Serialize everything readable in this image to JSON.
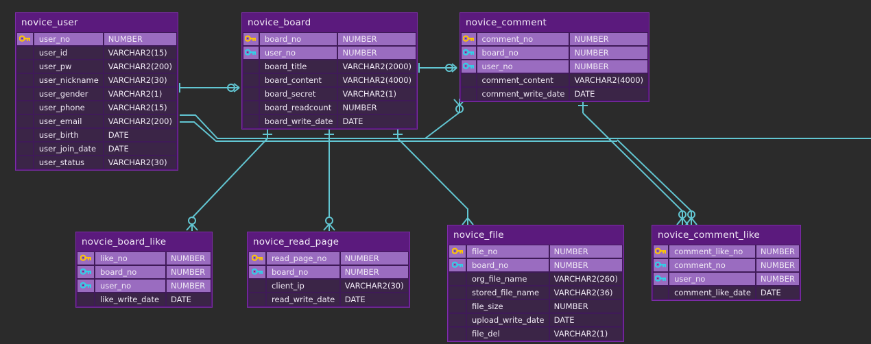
{
  "diagram": {
    "type": "entity-relationship-diagram",
    "background_color": "#2b2b2b",
    "entity_header_color": "#5b1a7d",
    "key_row_color": "#9a6cc0",
    "plain_row_color": "#3b2547",
    "relationship_line_color": "#62c6d2",
    "pk_icon_color": "#ffc800",
    "fk_icon_color": "#2fd3e8"
  },
  "entities": [
    {
      "name": "novice_user",
      "columns": [
        {
          "key": "pk",
          "icon": "primary-key-icon",
          "name": "user_no",
          "type": "NUMBER"
        },
        {
          "key": "",
          "icon": "",
          "name": "user_id",
          "type": "VARCHAR2(15)"
        },
        {
          "key": "",
          "icon": "",
          "name": "user_pw",
          "type": "VARCHAR2(200)"
        },
        {
          "key": "",
          "icon": "",
          "name": "user_nickname",
          "type": "VARCHAR2(30)"
        },
        {
          "key": "",
          "icon": "",
          "name": "user_gender",
          "type": "VARCHAR2(1)"
        },
        {
          "key": "",
          "icon": "",
          "name": "user_phone",
          "type": "VARCHAR2(15)"
        },
        {
          "key": "",
          "icon": "",
          "name": "user_email",
          "type": "VARCHAR2(200)"
        },
        {
          "key": "",
          "icon": "",
          "name": "user_birth",
          "type": "DATE"
        },
        {
          "key": "",
          "icon": "",
          "name": "user_join_date",
          "type": "DATE"
        },
        {
          "key": "",
          "icon": "",
          "name": "user_status",
          "type": "VARCHAR2(30)"
        }
      ]
    },
    {
      "name": "novice_board",
      "columns": [
        {
          "key": "pk",
          "icon": "primary-key-icon",
          "name": "board_no",
          "type": "NUMBER"
        },
        {
          "key": "fk",
          "icon": "foreign-key-icon",
          "name": "user_no",
          "type": "NUMBER"
        },
        {
          "key": "",
          "icon": "",
          "name": "board_title",
          "type": "VARCHAR2(2000)"
        },
        {
          "key": "",
          "icon": "",
          "name": "board_content",
          "type": "VARCHAR2(4000)"
        },
        {
          "key": "",
          "icon": "",
          "name": "board_secret",
          "type": "VARCHAR2(1)"
        },
        {
          "key": "",
          "icon": "",
          "name": "board_readcount",
          "type": "NUMBER"
        },
        {
          "key": "",
          "icon": "",
          "name": "board_write_date",
          "type": "DATE"
        }
      ]
    },
    {
      "name": "novice_comment",
      "columns": [
        {
          "key": "pk",
          "icon": "primary-key-icon",
          "name": "comment_no",
          "type": "NUMBER"
        },
        {
          "key": "fk",
          "icon": "foreign-key-icon",
          "name": "board_no",
          "type": "NUMBER"
        },
        {
          "key": "fk",
          "icon": "foreign-key-icon",
          "name": "user_no",
          "type": "NUMBER"
        },
        {
          "key": "",
          "icon": "",
          "name": "comment_content",
          "type": "VARCHAR2(4000)"
        },
        {
          "key": "",
          "icon": "",
          "name": "comment_write_date",
          "type": "DATE"
        }
      ]
    },
    {
      "name": "novcie_board_like",
      "columns": [
        {
          "key": "pk",
          "icon": "primary-key-icon",
          "name": "like_no",
          "type": "NUMBER"
        },
        {
          "key": "fk",
          "icon": "foreign-key-icon",
          "name": "board_no",
          "type": "NUMBER"
        },
        {
          "key": "fk",
          "icon": "foreign-key-icon",
          "name": "user_no",
          "type": "NUMBER"
        },
        {
          "key": "",
          "icon": "",
          "name": "like_write_date",
          "type": "DATE"
        }
      ]
    },
    {
      "name": "novice_read_page",
      "columns": [
        {
          "key": "pk",
          "icon": "primary-key-icon",
          "name": "read_page_no",
          "type": "NUMBER"
        },
        {
          "key": "fk",
          "icon": "foreign-key-icon",
          "name": "board_no",
          "type": "NUMBER"
        },
        {
          "key": "",
          "icon": "",
          "name": "client_ip",
          "type": "VARCHAR2(30)"
        },
        {
          "key": "",
          "icon": "",
          "name": "read_write_date",
          "type": "DATE"
        }
      ]
    },
    {
      "name": "novice_file",
      "columns": [
        {
          "key": "pk",
          "icon": "primary-key-icon",
          "name": "file_no",
          "type": "NUMBER"
        },
        {
          "key": "fk",
          "icon": "foreign-key-icon",
          "name": "board_no",
          "type": "NUMBER"
        },
        {
          "key": "",
          "icon": "",
          "name": "org_file_name",
          "type": "VARCHAR2(260)"
        },
        {
          "key": "",
          "icon": "",
          "name": "stored_file_name",
          "type": "VARCHAR2(36)"
        },
        {
          "key": "",
          "icon": "",
          "name": "file_size",
          "type": "NUMBER"
        },
        {
          "key": "",
          "icon": "",
          "name": "upload_write_date",
          "type": "DATE"
        },
        {
          "key": "",
          "icon": "",
          "name": "file_del",
          "type": "VARCHAR2(1)"
        }
      ]
    },
    {
      "name": "novice_comment_like",
      "columns": [
        {
          "key": "pk",
          "icon": "primary-key-icon",
          "name": "comment_like_no",
          "type": "NUMBER"
        },
        {
          "key": "fk",
          "icon": "foreign-key-icon",
          "name": "comment_no",
          "type": "NUMBER"
        },
        {
          "key": "fk",
          "icon": "foreign-key-icon",
          "name": "user_no",
          "type": "NUMBER"
        },
        {
          "key": "",
          "icon": "",
          "name": "comment_like_date",
          "type": "DATE"
        }
      ]
    }
  ],
  "relationships": [
    {
      "from": "novice_user",
      "to": "novice_board",
      "from_cardinality": "one",
      "to_cardinality": "zero-or-many"
    },
    {
      "from": "novice_board",
      "to": "novice_comment",
      "from_cardinality": "one",
      "to_cardinality": "zero-or-many"
    },
    {
      "from": "novice_user",
      "to": "novice_comment",
      "from_cardinality": "one",
      "to_cardinality": "zero-or-many"
    },
    {
      "from": "novice_board",
      "to": "novcie_board_like",
      "from_cardinality": "one",
      "to_cardinality": "zero-or-many"
    },
    {
      "from": "novice_user",
      "to": "novcie_board_like",
      "from_cardinality": "one",
      "to_cardinality": "zero-or-many"
    },
    {
      "from": "novice_board",
      "to": "novice_read_page",
      "from_cardinality": "one",
      "to_cardinality": "zero-or-many"
    },
    {
      "from": "novice_board",
      "to": "novice_file",
      "from_cardinality": "one",
      "to_cardinality": "zero-or-many"
    },
    {
      "from": "novice_comment",
      "to": "novice_comment_like",
      "from_cardinality": "one",
      "to_cardinality": "zero-or-many"
    },
    {
      "from": "novice_user",
      "to": "novice_comment_like",
      "from_cardinality": "one",
      "to_cardinality": "zero-or-many"
    }
  ]
}
